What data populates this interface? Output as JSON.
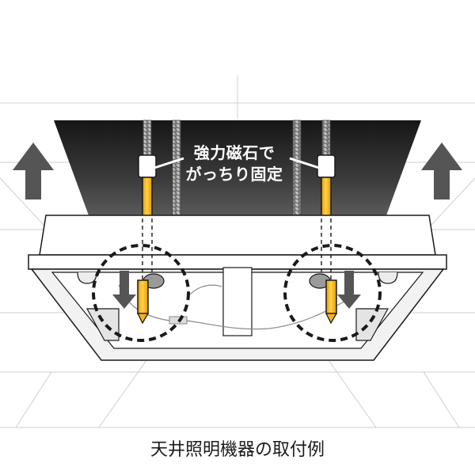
{
  "callout": {
    "line1": "強力磁石で",
    "line2": "がっちり固定"
  },
  "caption": "天井照明機器の取付例",
  "colors": {
    "ceiling_cavity": "#3a3a3a",
    "fixture_white": "#ffffff",
    "fixture_shadow": "#dcdcdc",
    "grid_line": "#cfcfcf",
    "arrow_gray": "#555555",
    "rod_yellow": "#f5b316",
    "rod_outline": "#1a1a1a",
    "threaded_rod": "#9a9a9a"
  },
  "icons": {
    "up_arrow_left": "up-arrow-icon",
    "up_arrow_right": "up-arrow-icon",
    "down_arrow_left": "down-arrow-icon",
    "down_arrow_right": "down-arrow-icon",
    "magnet_left": "magnet-icon",
    "magnet_right": "magnet-icon"
  }
}
